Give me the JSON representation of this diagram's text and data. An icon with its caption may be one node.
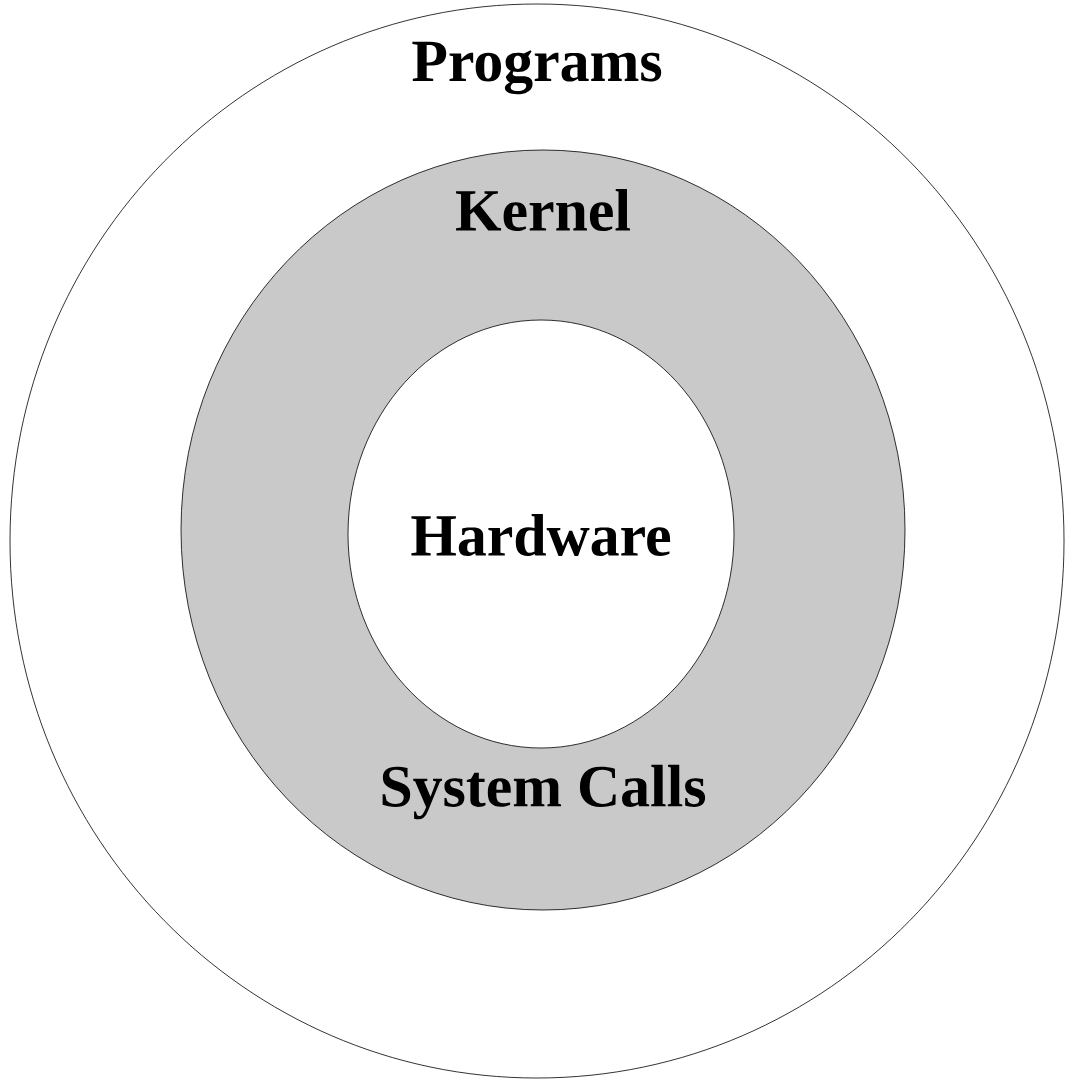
{
  "diagram": {
    "nodes": [
      {
        "text": [
          "Programs"
        ]
      },
      {
        "text": [
          "Kernel",
          "System Calls"
        ],
        "in": 0
      },
      {
        "text": [
          "Hardware"
        ],
        "in": 1
      }
    ]
  }
}
